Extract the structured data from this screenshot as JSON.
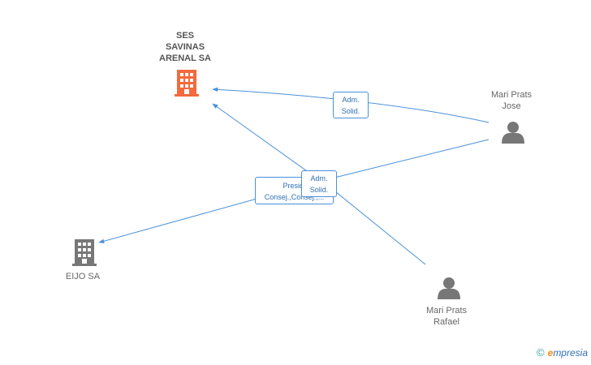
{
  "nodes": {
    "ses_savinas": {
      "label": "SES\nSAVINAS\nARENAL SA",
      "type": "company",
      "color": "#f26a3d"
    },
    "eijo": {
      "label": "EIJO SA",
      "type": "company",
      "color": "#777777"
    },
    "mari_jose": {
      "label": "Mari Prats\nJose",
      "type": "person",
      "color": "#777777"
    },
    "mari_rafael": {
      "label": "Mari Prats\nRafael",
      "type": "person",
      "color": "#777777"
    }
  },
  "edges": {
    "jose_to_ses": {
      "label": "Adm.\nSolid."
    },
    "jose_to_ses_b": {
      "label": "Adm.\nSolid."
    },
    "rafael_to_eijo": {
      "label": "Presid.\nConsej.,Consej.,..."
    }
  },
  "colors": {
    "edge": "#4a90d9"
  },
  "brand": {
    "copyright": "©",
    "name_initial": "e",
    "name_rest": "mpresia"
  }
}
